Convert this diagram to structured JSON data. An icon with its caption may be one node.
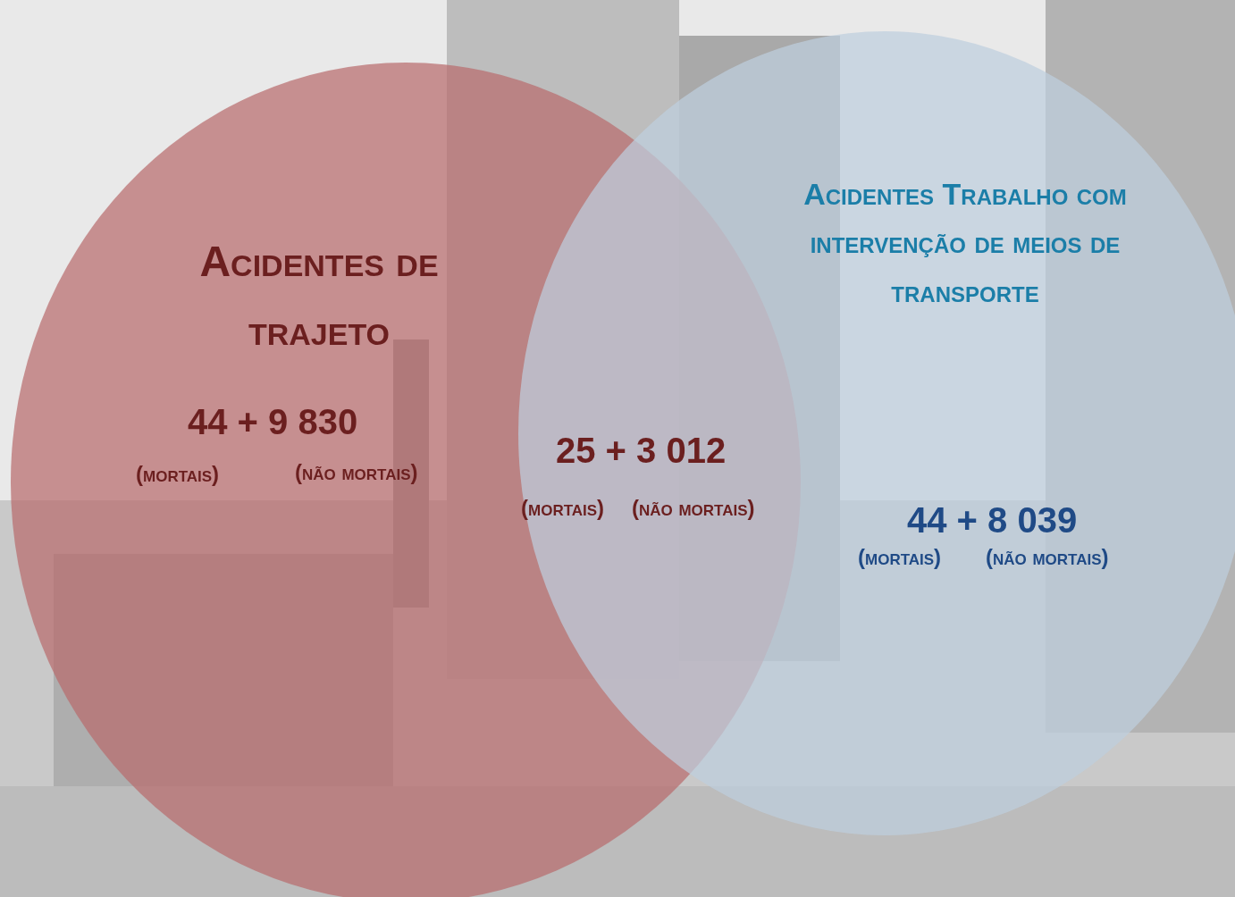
{
  "diagram": {
    "nodes": [
      {
        "text": [
          "Acidentes de trajeto"
        ]
      },
      {
        "text": [
          "Acidentes Trabalho com intervenção de meios de transporte"
        ]
      }
    ],
    "labels": [
      "44 + 9 830",
      "(mortais)",
      "(não mortais)",
      "25 + 3 012",
      "(mortais)",
      "(não mortais)",
      "44 + 8 039",
      "(mortais)",
      "(não mortais)"
    ]
  }
}
